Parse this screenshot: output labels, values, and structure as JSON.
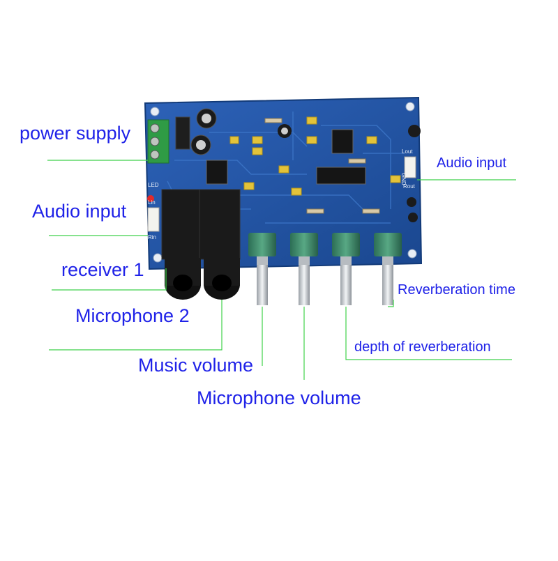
{
  "labels": {
    "power_supply": "power supply",
    "audio_input_left": "Audio input",
    "receiver_1": "receiver 1",
    "microphone_2": "Microphone 2",
    "music_volume": "Music volume",
    "microphone_volume": "Microphone volume",
    "audio_input_right": "Audio input",
    "reverberation_time": "Reverberation time",
    "depth_of_reverberation": "depth of reverberation"
  },
  "board_silkscreen": {
    "lout": "Lout",
    "rout": "Rout",
    "gnd": "GND",
    "lin": "Lin",
    "rin": "Rin",
    "led": "LED"
  },
  "colors": {
    "label_text": "#1f22e8",
    "leader_line": "#3fd14a",
    "pcb": "#1d4fa0",
    "pcb_light": "#3d77c9",
    "terminal_block": "#2f9b45",
    "potentiometer": "#3a8a6c",
    "jack": "#1a1a1a"
  }
}
